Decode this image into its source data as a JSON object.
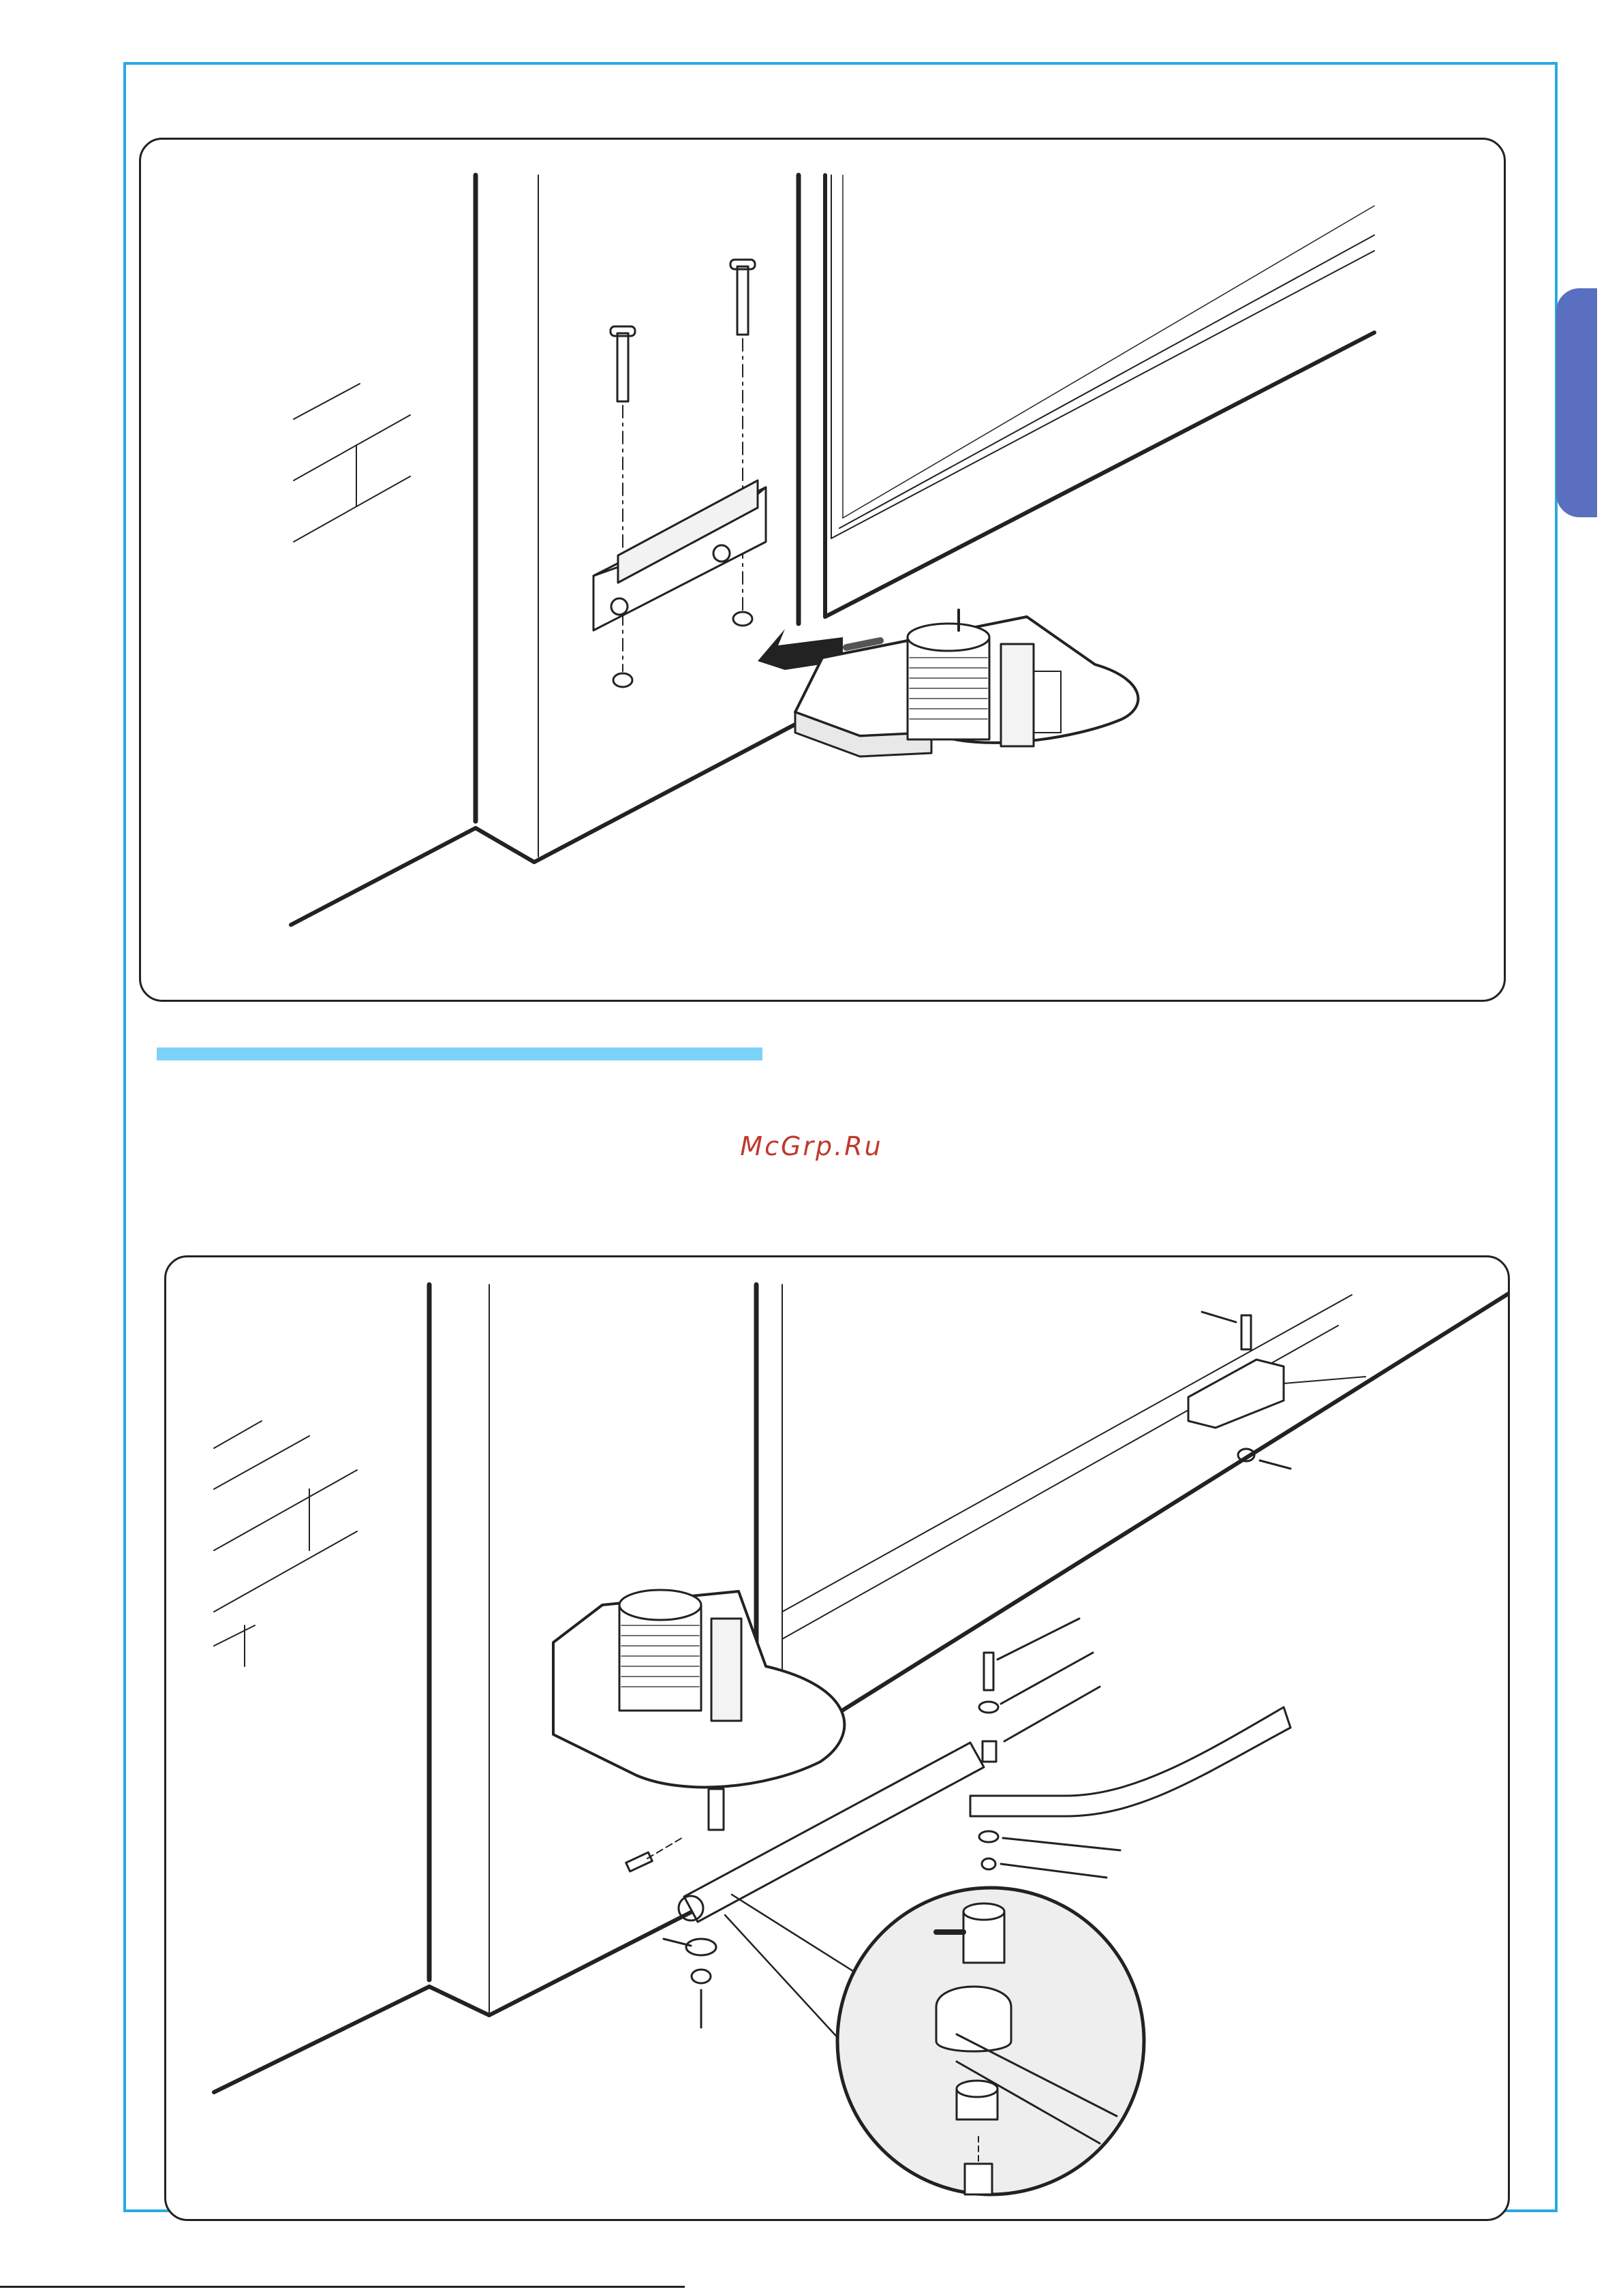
{
  "watermark": {
    "text": "McGrp.Ru",
    "color": "#c0392b"
  },
  "colors": {
    "frame": "#29a9e1",
    "section_bar": "#7cd3f7",
    "side_tab": "#5a6fbf",
    "line_art": "#222222"
  },
  "figures": [
    {
      "id": "bracket-mounting",
      "icon": "bracket-and-motor-illustration"
    },
    {
      "id": "arm-assembly",
      "icon": "lever-arm-assembly-illustration"
    }
  ]
}
